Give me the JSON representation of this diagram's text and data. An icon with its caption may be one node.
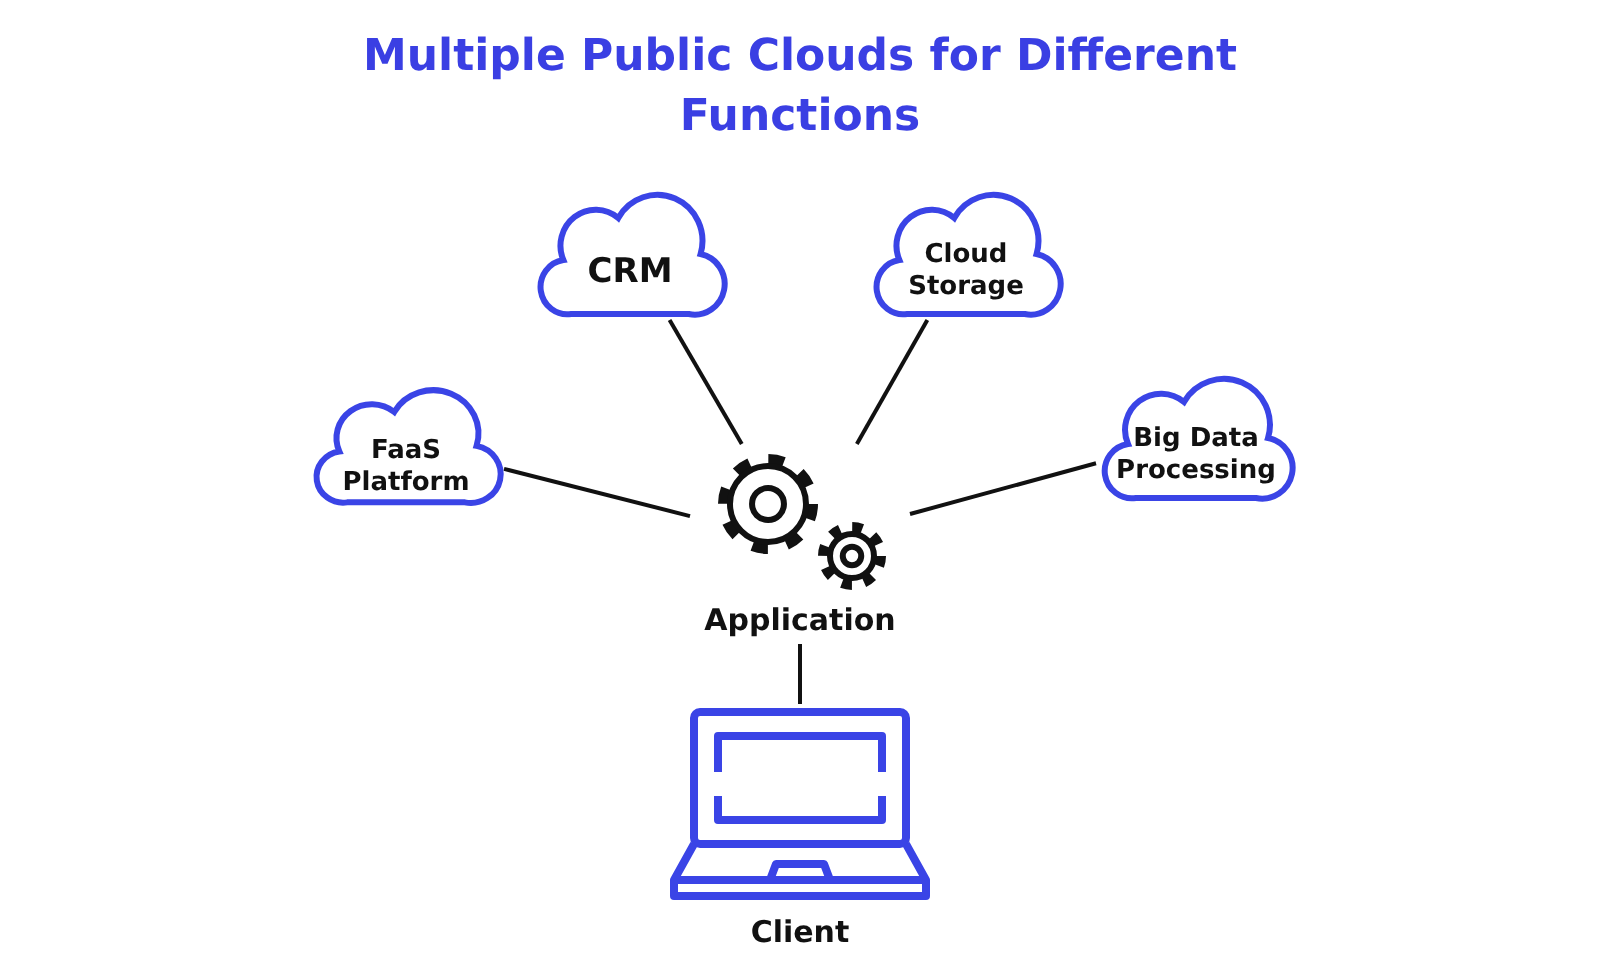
{
  "diagram": {
    "title": "Multiple Public Clouds for Different Functions",
    "nodes": [
      {
        "text": [
          "CRM"
        ]
      },
      {
        "text": [
          "Cloud Storage"
        ]
      },
      {
        "text": [
          "FaaS Platform"
        ]
      },
      {
        "text": [
          "Big Data Processing"
        ]
      },
      {
        "text": [
          "Application"
        ]
      },
      {
        "text": [
          "Client"
        ]
      }
    ],
    "edges": [
      {
        "from": 0,
        "to": 4,
        "arrow": "none"
      },
      {
        "from": 1,
        "to": 4,
        "arrow": "none"
      },
      {
        "from": 2,
        "to": 4,
        "arrow": "none"
      },
      {
        "from": 3,
        "to": 4,
        "arrow": "none"
      },
      {
        "from": 4,
        "to": 5,
        "arrow": "none"
      }
    ]
  }
}
